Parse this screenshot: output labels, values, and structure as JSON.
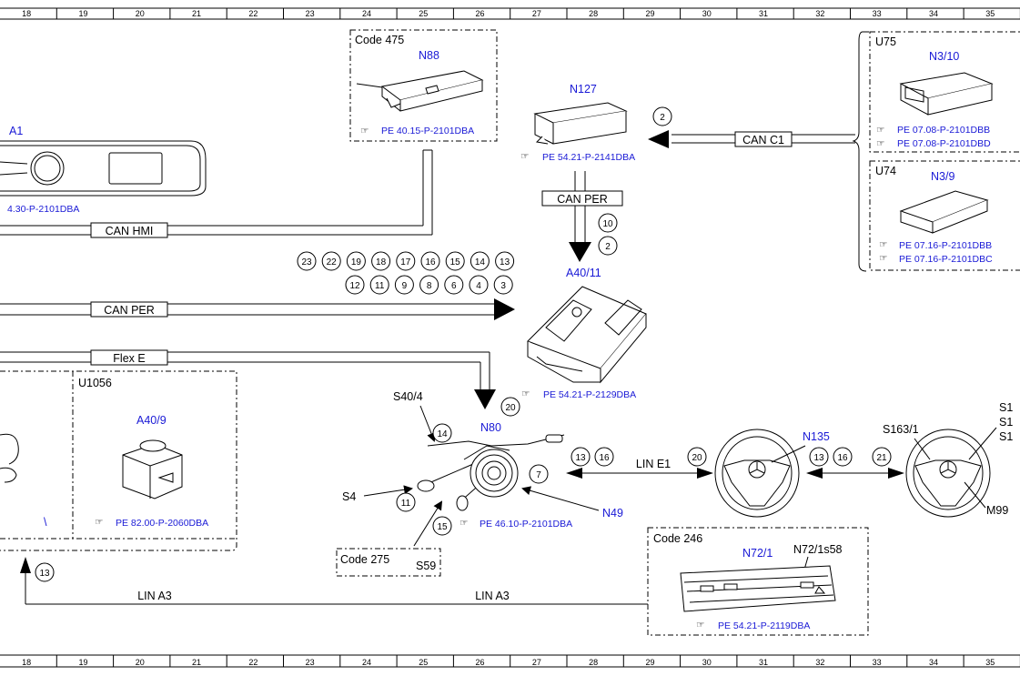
{
  "ruler": [
    "18",
    "19",
    "20",
    "21",
    "22",
    "23",
    "24",
    "25",
    "26",
    "27",
    "28",
    "29",
    "30",
    "31",
    "32",
    "33",
    "34",
    "35"
  ],
  "components": {
    "n88": {
      "code": "Code 475",
      "label": "N88",
      "ref": "PE 40.15-P-2101DBA"
    },
    "a1": {
      "label": "A1",
      "ref": "4.30-P-2101DBA"
    },
    "n127": {
      "label": "N127",
      "ref": "PE 54.21-P-2141DBA"
    },
    "u75": {
      "code": "U75",
      "label": "N3/10",
      "ref1": "PE 07.08-P-2101DBB",
      "ref2": "PE 07.08-P-2101DBD"
    },
    "u74": {
      "code": "U74",
      "label": "N3/9",
      "ref1": "PE 07.16-P-2101DBB",
      "ref2": "PE 07.16-P-2101DBC"
    },
    "a4011": {
      "label": "A40/11",
      "ref": "PE 54.21-P-2129DBA"
    },
    "u1056": {
      "code": "U1056",
      "label": "A40/9",
      "ref": "PE 82.00-P-2060DBA"
    },
    "n80": {
      "label": "N80",
      "ref": "PE 46.10-P-2101DBA",
      "s404": "S40/4",
      "s4": "S4",
      "n49": "N49",
      "code275": "Code 275",
      "s59": "S59"
    },
    "n135": {
      "label": "N135"
    },
    "wheel2": {
      "s1631": "S163/1",
      "s1a": "S1",
      "s1b": "S1",
      "s1c": "S1",
      "m99": "M99"
    },
    "n721": {
      "code": "Code 246",
      "label": "N72/1",
      "sub": "N72/1s58",
      "ref": "PE 54.21-P-2119DBA"
    }
  },
  "buses": {
    "can_c1": "CAN C1",
    "can_per_v": "CAN PER",
    "can_hmi": "CAN HMI",
    "can_per": "CAN PER",
    "flex_e": "Flex E",
    "lin_e1": "LIN E1",
    "lin_a3_left": "LIN A3",
    "lin_a3_right": "LIN A3"
  },
  "circles": {
    "c_2_top": "2",
    "c_10": "10",
    "c_2_mid": "2",
    "row1": [
      "23",
      "22",
      "19",
      "18",
      "17",
      "16",
      "15",
      "14",
      "13"
    ],
    "row2": [
      "12",
      "11",
      "9",
      "8",
      "6",
      "4",
      "3"
    ],
    "c_20a": "20",
    "c_14": "14",
    "c_7": "7",
    "c_11": "11",
    "c_15": "15",
    "c_13a": "13",
    "c_16a": "16",
    "c_20b": "20",
    "c_13b": "13",
    "c_16b": "16",
    "c_21": "21",
    "c_13c": "13"
  },
  "arrow_glyph": "▶"
}
